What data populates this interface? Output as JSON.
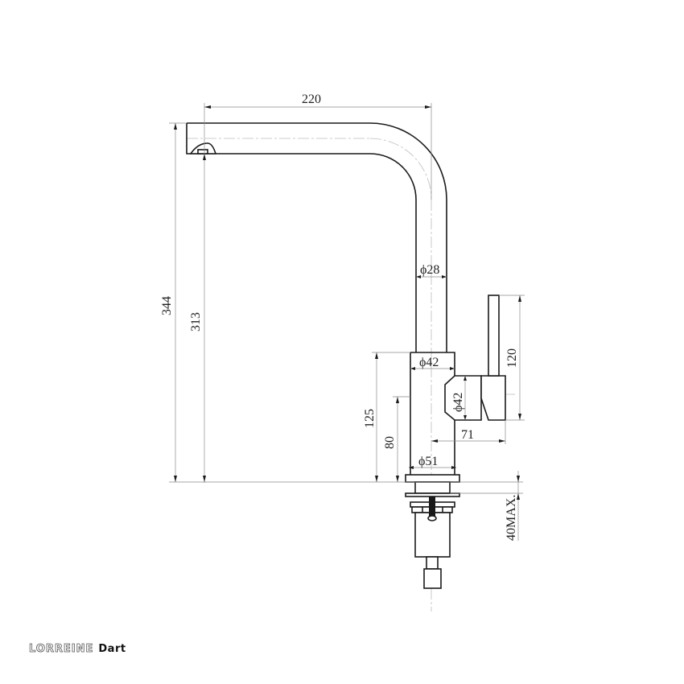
{
  "drawing": {
    "subject": "kitchen-mixer-tap-side-elevation",
    "dimensions": {
      "spout_reach": "220",
      "total_height": "344",
      "spout_outlet_height": "313",
      "upper_tube_diameter": "ϕ28",
      "body_diameter": "ϕ42",
      "handle_hub_diameter": "ϕ42",
      "handle_height": "120",
      "handle_axis_height": "125",
      "handle_offset": "71",
      "lower_height": "80",
      "base_diameter": "ϕ51",
      "max_counter_thickness": "40MAX."
    }
  },
  "brand": {
    "maker": "LORREINE",
    "model": "Dart"
  }
}
